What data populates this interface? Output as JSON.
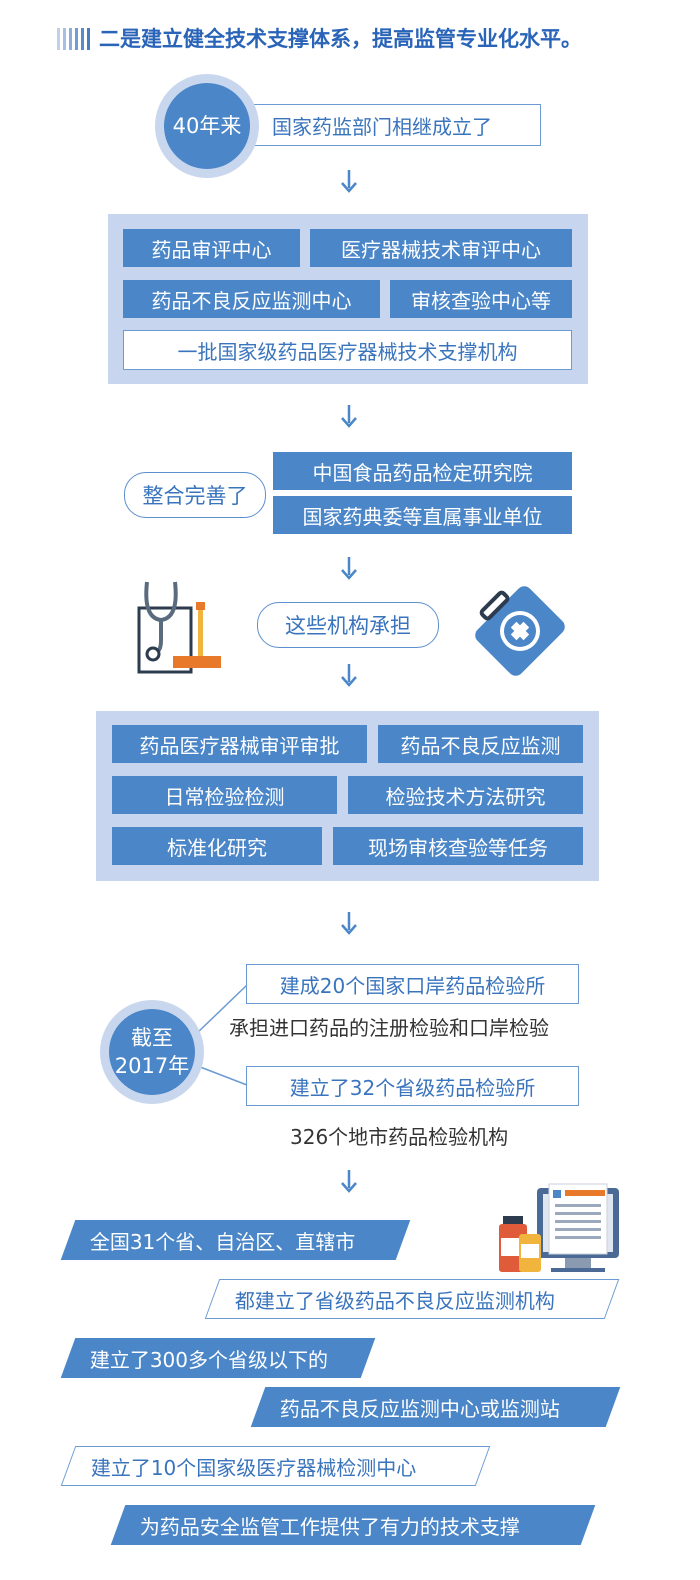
{
  "header": {
    "title": "二是建立健全技术支撑体系，提高监管专业化水平。"
  },
  "intro": {
    "circle_label": "40年来",
    "text": "国家药监部门相继成立了"
  },
  "panel1": {
    "items": [
      "药品审评中心",
      "医疗器械技术审评中心",
      "药品不良反应监测中心",
      "审核查验中心等"
    ],
    "summary": "一批国家级药品医疗器械技术支撑机构"
  },
  "integration": {
    "pill_label": "整合完善了",
    "items": [
      "中国食品药品检定研究院",
      "国家药典委等直属事业单位"
    ]
  },
  "undertake": {
    "pill_label": "这些机构承担"
  },
  "panel2": {
    "items": [
      "药品医疗器械审评审批",
      "药品不良反应监测",
      "日常检验检测",
      "检验技术方法研究",
      "标准化研究",
      "现场审核查验等任务"
    ]
  },
  "deadline": {
    "circle_line1": "截至",
    "circle_line2": "2017年",
    "box1": "建成20个国家口岸药品检验所",
    "text1": "承担进口药品的注册检验和口岸检验",
    "box2": "建立了32个省级药品检验所",
    "text2": "326个地市药品检验机构"
  },
  "bottom": {
    "rows": [
      {
        "text": "全国31个省、自治区、直辖市",
        "style": "solid"
      },
      {
        "text": "都建立了省级药品不良反应监测机构",
        "style": "outline"
      },
      {
        "text": "建立了300多个省级以下的",
        "style": "solid"
      },
      {
        "text": "药品不良反应监测中心或监测站",
        "style": "solid"
      },
      {
        "text": "建立了10个国家级医疗器械检测中心",
        "style": "outline"
      },
      {
        "text": "为药品安全监管工作提供了有力的技术支撑",
        "style": "solid"
      }
    ]
  },
  "icons": {
    "header_bars": "striped-bars-icon",
    "stethoscope": "stethoscope-icon",
    "medical_kit": "medical-kit-icon",
    "computer": "computer-medicine-icon",
    "arrow": "down-arrow-icon"
  },
  "colors": {
    "primary_blue": "#4a86c8",
    "light_blue_panel": "#c7d6ee",
    "title_blue": "#2a64b8"
  }
}
